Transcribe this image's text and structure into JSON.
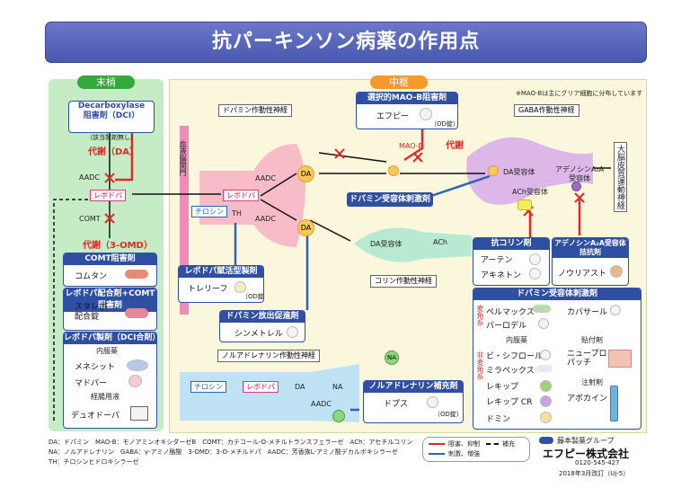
{
  "title": "抗パーキンソン病薬の作用点",
  "peripheral": {
    "tab": "末梢",
    "dci": {
      "title": "Decarboxylase\n阻害剤（DCI）",
      "note": "（該当製剤無し）"
    },
    "metabolism_da": "代謝（DA）",
    "aadc": "AADC",
    "levodopa": "レボドパ",
    "comt": "COMT",
    "metabolism_3omd": "代謝（3-OMD）",
    "comt_inhibitor": {
      "title": "COMT阻害剤",
      "drugs": [
        "コムタン"
      ]
    },
    "combo": {
      "title": "レボドパ配合剤+COMT阻害剤",
      "drugs": [
        "スタレボ\n配合錠"
      ]
    },
    "levodopa_dci": {
      "title": "レボドパ製剤（DCI合剤）",
      "sub1": "内服薬",
      "drugs": [
        "メネシット",
        "マドパー"
      ],
      "sub2": "経腸用液",
      "drugs2": [
        "デュオドーパ"
      ]
    }
  },
  "central": {
    "tab": "中枢",
    "mao_note": "※MAO-Bは主にグリア細胞に分布しています",
    "mao_box": {
      "title": "選択的MAO-B阻害剤",
      "drug": "エフピー",
      "note": "（OD錠）"
    },
    "dopamine_nerve": "ドパミン作動性神経",
    "gaba_nerve": "GABA作動性神経",
    "cortex_nerve": "大脳皮質運動神経",
    "bbb": "血液脳関門",
    "maob": "MAO-B",
    "metabolism": "代謝",
    "da": "DA",
    "aadc": "AADC",
    "levodopa": "レボドパ",
    "tyrosine": "チロシン",
    "th": "TH",
    "da_receptor": "DA受容体",
    "ach": "ACh",
    "ach_receptor": "ACh受容体",
    "adenosine_receptor": "アデノシンA₂A\n受容体",
    "agonist_box": "ドパミン受容体刺激剤",
    "cholinergic_nerve": "コリン作動性神経",
    "anticholin": {
      "title": "抗コリン剤",
      "drugs": [
        "アーテン",
        "アキネトン"
      ]
    },
    "a2a": {
      "title": "アデノシンA₂A受容体\n拮抗剤",
      "drugs": [
        "ノウリアスト"
      ]
    },
    "levodopa_enh": {
      "title": "レボドパ賦活型製剤",
      "drug": "トレリーフ",
      "note": "（OD錠）"
    },
    "release": {
      "title": "ドパミン放出促進剤",
      "drug": "シンメトレル"
    },
    "na_nerve": "ノルアドレナリン作動性神経",
    "na": "NA",
    "na_box": {
      "title": "ノルアドレナリン補充剤",
      "drug": "ドプス",
      "note": "（OD錠）"
    },
    "agonist_list": {
      "title": "ドパミン受容体刺激剤",
      "ergot_label": "麦角系",
      "ergot": [
        "ペルマックス",
        "パーロデル",
        "カバサール"
      ],
      "nonergot_label": "非麦角系",
      "oral": "内服薬",
      "patch": "貼付剤",
      "injection": "注射剤",
      "nonergot": [
        "ビ・シフロール",
        "ミラペックス",
        "レキップ",
        "レキップ CR",
        "ドミン"
      ],
      "patch_drug": "ニュープロ\nパッチ",
      "inj_drug": "アポカイン"
    }
  },
  "legend": {
    "abbr1": "DA：ドパミン　MAO-B：モノアミンオキシダーゼB　COMT：カテコール-O-メチルトランスフェラーゼ　ACh：アセチルコリン",
    "abbr2": "NA：ノルアドレナリン　GABA：γ-アミノ酪酸　3-OMD：3-O-メチルドパ　AADC：芳香族L-アミノ酸デカルボキシラーゼ",
    "abbr3": "TH：チロシンヒドロキシラーゼ",
    "block": "阻害、抑制",
    "stim": "刺激、増強",
    "supp": "補充"
  },
  "company": {
    "group": "藤本製薬グループ",
    "name": "エフピー株式会社",
    "tel": "0120-545-427",
    "date": "2018年3月改訂（Uj-5）"
  }
}
